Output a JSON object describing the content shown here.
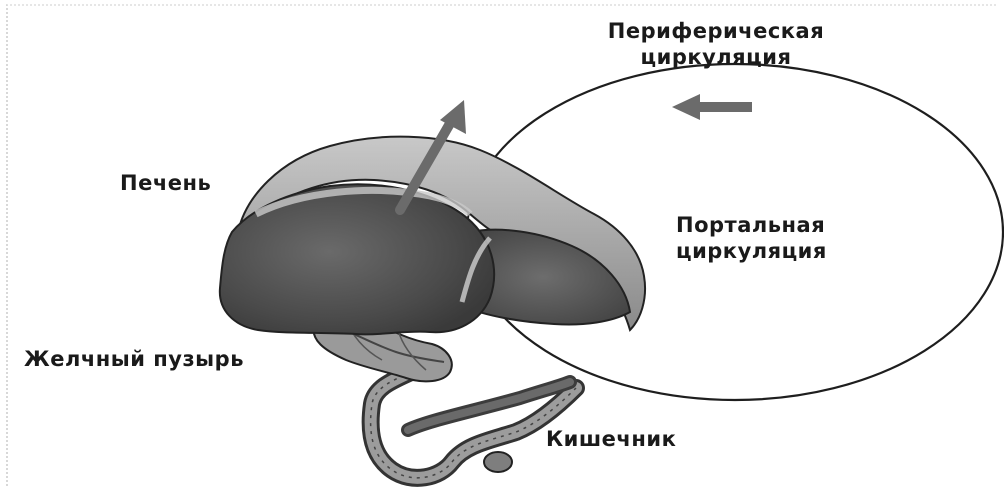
{
  "labels": {
    "peripheral_line1": "Периферическая",
    "peripheral_line2": "циркуляция",
    "portal_line1": "Портальная",
    "portal_line2": "циркуляция",
    "liver": "Печень",
    "gallbladder": "Желчный пузырь",
    "intestine": "Кишечник"
  },
  "colors": {
    "organ_dark": "#555555",
    "organ_mid": "#7a7a7a",
    "organ_light": "#bdbdbd",
    "outline": "#222222",
    "arrow": "#6b6b6b",
    "text": "#1a1a1a"
  }
}
